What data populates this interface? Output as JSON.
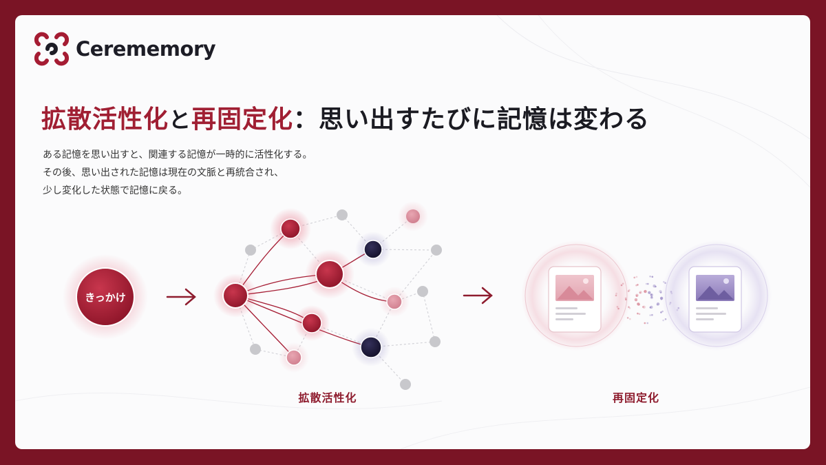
{
  "brand": {
    "name": "Cerememory"
  },
  "title": {
    "part1": "拡散活性化",
    "connector": "と",
    "part2": "再固定化",
    "subtitle": "：思い出すたびに記憶は変わる"
  },
  "description": [
    "ある記憶を思い出すと、関連する記憶が一時的に活性化する。",
    "その後、思い出された記憶は現在の文脈と再統合され、",
    "少し変化した状態で記憶に戻る。"
  ],
  "diagram": {
    "trigger_label": "きっかけ",
    "stage1_label": "拡散活性化",
    "stage2_label": "再固定化",
    "colors": {
      "crimson": "#a51c33",
      "pink": "#d98c9a",
      "navy": "#1b1838",
      "gray": "#c8c8cc",
      "purple": "#7c6aa8",
      "frame": "#7a1425"
    }
  }
}
